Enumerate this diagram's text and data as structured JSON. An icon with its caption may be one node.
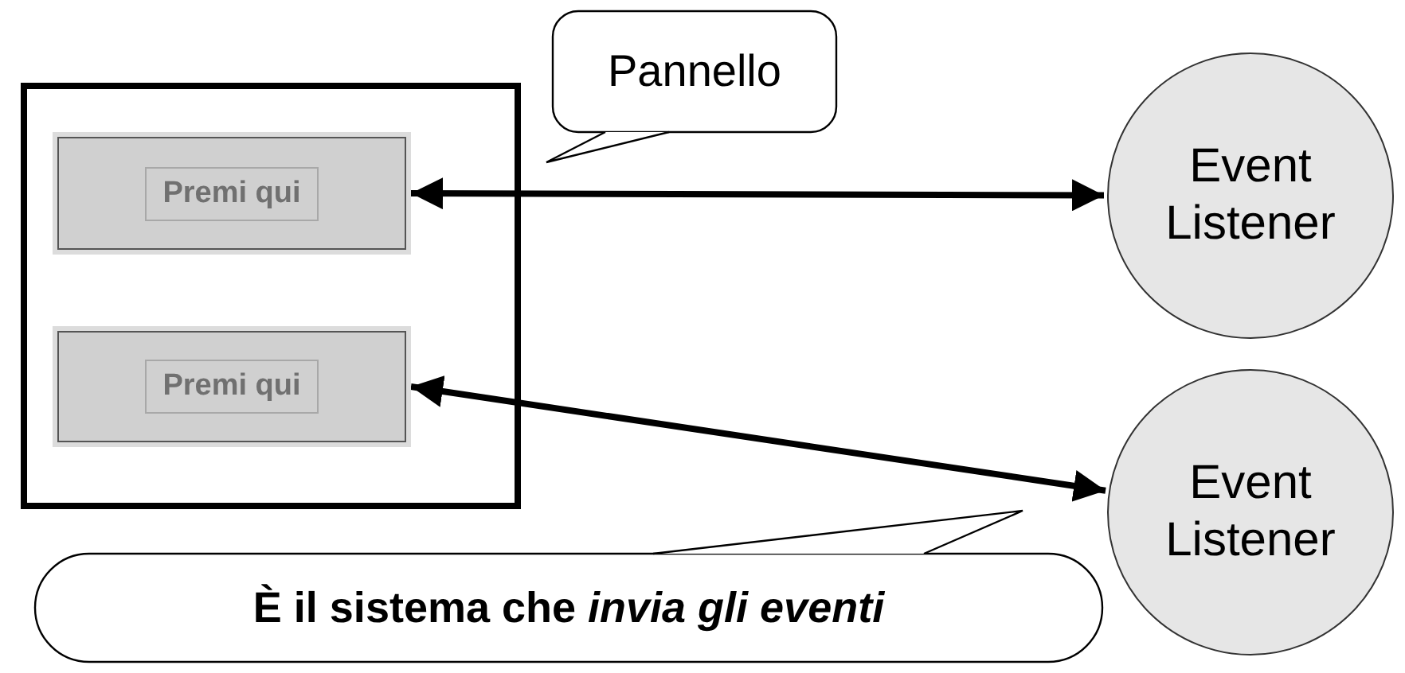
{
  "diagram": {
    "nodes": [
      {
        "text": [],
        "shape": "box"
      },
      {
        "text": [
          "Premi qui"
        ],
        "in": 0
      },
      {
        "text": [
          "Premi qui"
        ],
        "in": 0
      },
      {
        "text": [
          "Event Listener"
        ]
      },
      {
        "text": [
          "Event Listener"
        ]
      },
      {
        "text": [
          "Pannello"
        ]
      },
      {
        "text": [
          "È il sistema che *invia gli eventi*"
        ]
      }
    ],
    "edges": [
      {
        "from": 1,
        "to": 3,
        "arrow": "both"
      },
      {
        "from": 2,
        "to": 4,
        "arrow": "both"
      }
    ]
  }
}
